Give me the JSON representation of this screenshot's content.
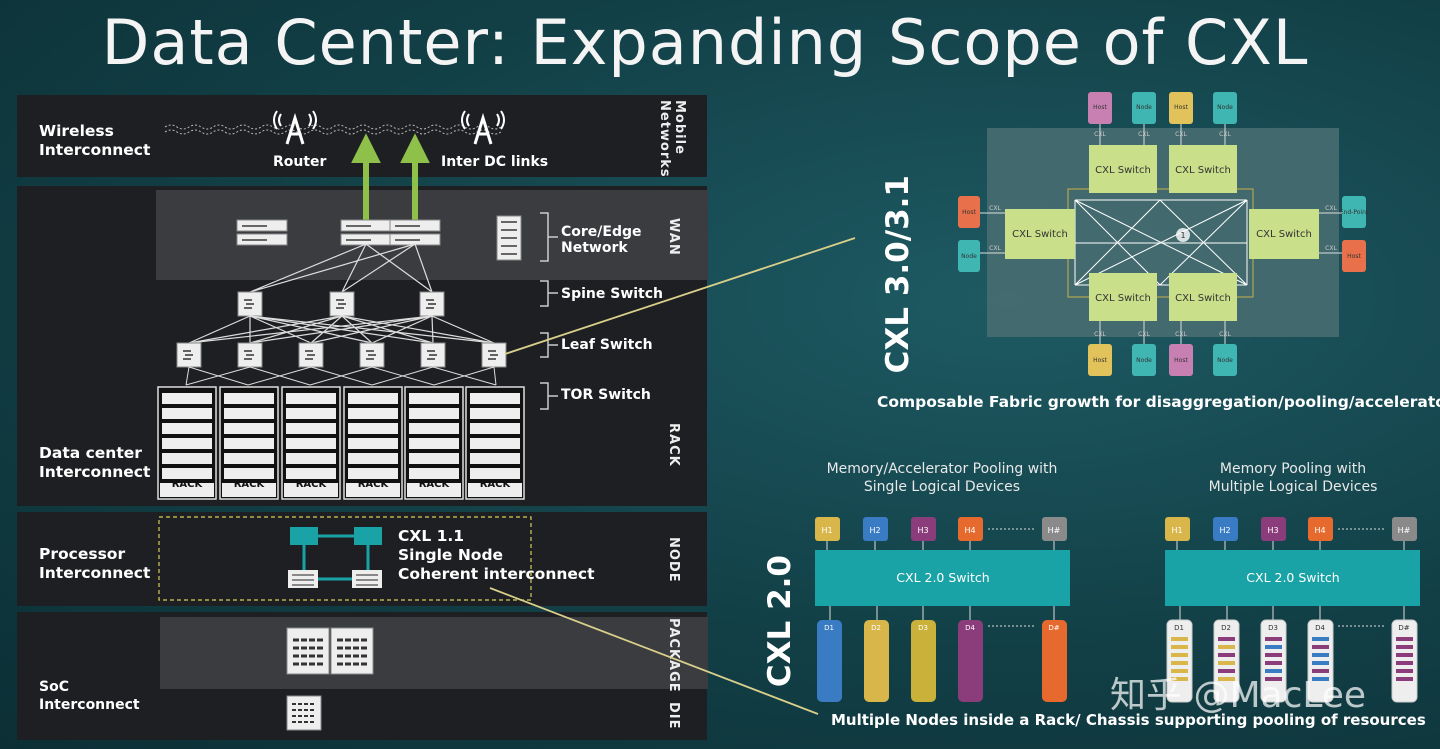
{
  "title": "Data Center: Expanding Scope of CXL",
  "bands": {
    "wireless": "Wireless\nInterconnect",
    "datacenter": "Data center\nInterconnect",
    "processor": "Processor\nInterconnect",
    "soc": "SoC\nInterconnect"
  },
  "vertical_labels": [
    "Mobile Networks",
    "WAN",
    "RACK",
    "NODE",
    "PACKAGE",
    "DIE"
  ],
  "wireless": {
    "router": "Router",
    "inter_dc": "Inter DC links"
  },
  "side_labels": {
    "core_edge": "Core/Edge\nNetwork",
    "spine": "Spine Switch",
    "leaf": "Leaf Switch",
    "tor": "TOR Switch"
  },
  "rack_label": "RACK",
  "rack_count": 6,
  "node": {
    "line1": "CXL 1.1",
    "line2": "Single Node",
    "line3": "Coherent interconnect"
  },
  "cxl3": {
    "vertical_label": "CXL 3.0/3.1",
    "caption": "Composable Fabric growth for disaggregation/pooling/accelerator",
    "switch_label": "CXL Switch",
    "link_label": "CXL",
    "center_marker": "1",
    "top_devices": [
      "Host",
      "Node",
      "Host",
      "Node"
    ],
    "bottom_devices": [
      "Host",
      "Node",
      "Host",
      "Node"
    ],
    "left_devices": [
      "Host",
      "Node"
    ],
    "right_devices": [
      "End-Point",
      "Host"
    ]
  },
  "cxl2": {
    "vertical_label": "CXL 2.0",
    "pool_left_title": "Memory/Accelerator Pooling with\nSingle Logical Devices",
    "pool_right_title": "Memory Pooling with\nMultiple Logical Devices",
    "switch_label": "CXL 2.0 Switch",
    "hosts": [
      "H1",
      "H2",
      "H3",
      "H4",
      "H#"
    ],
    "devices": [
      "D1",
      "D2",
      "D3",
      "D4",
      "D#"
    ],
    "caption": "Multiple Nodes inside a Rack/ Chassis supporting pooling of resources"
  },
  "watermark": "知乎 @MacLee",
  "colors": {
    "switch_green": "#c9df8a",
    "cxl2_switch": "#1aa3a6",
    "host_colors": [
      "#d8b64a",
      "#3a7cc3",
      "#8a3d7a",
      "#e66a2e",
      "#8a8a8a"
    ],
    "device_colors": [
      "#3a7cc3",
      "#d8b64a",
      "#c9b13a",
      "#8a3d7a",
      "#e66a2e"
    ],
    "host_pink": "#c87fb2",
    "node_teal": "#3fb6b2",
    "host_yellow": "#e2c25a",
    "endpoint_teal": "#3fb6b2",
    "host_orange": "#e8704a"
  }
}
